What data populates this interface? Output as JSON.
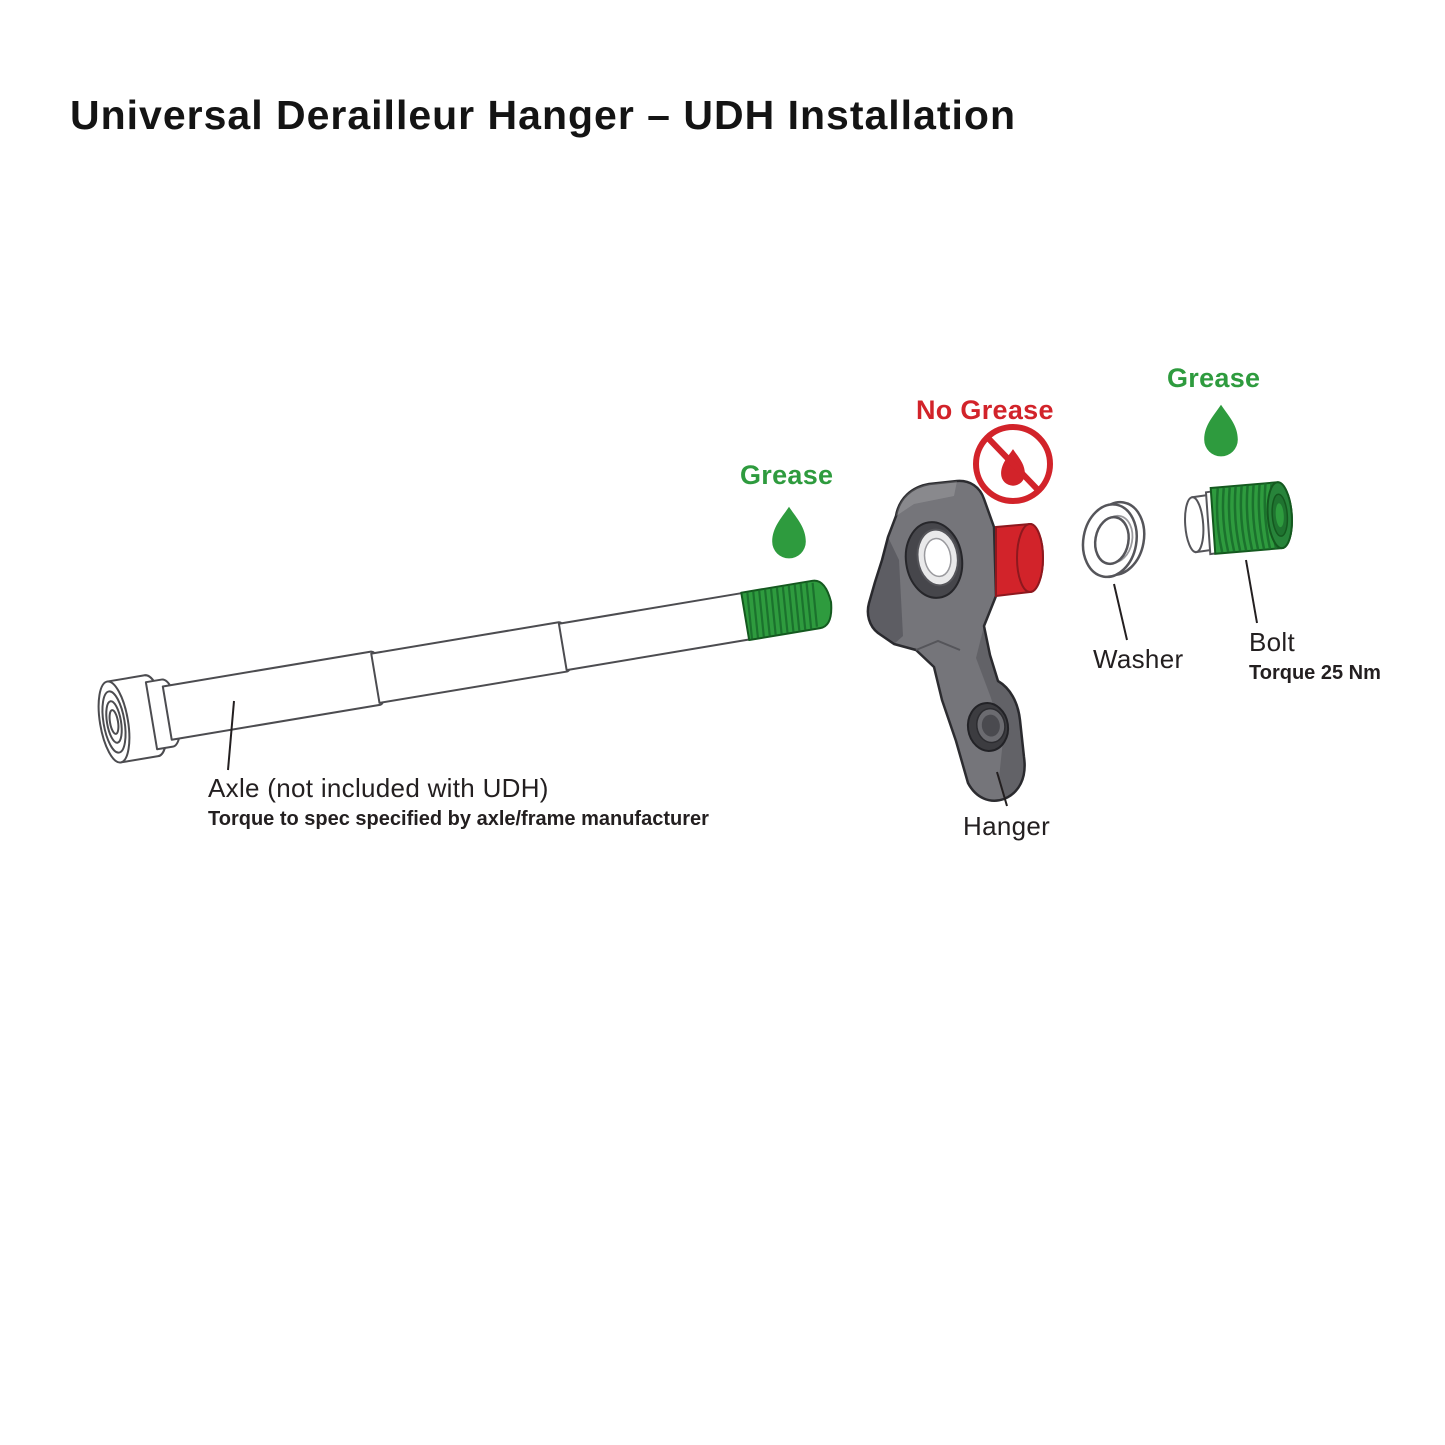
{
  "page": {
    "title": "Universal Derailleur Hanger – UDH Installation"
  },
  "annotations": {
    "grease_axle_label": "Grease",
    "no_grease_label": "No Grease",
    "grease_bolt_label": "Grease"
  },
  "parts": {
    "axle": {
      "label": "Axle (not included with UDH)",
      "note": "Torque to spec specified by axle/frame manufacturer"
    },
    "hanger": {
      "label": "Hanger"
    },
    "washer": {
      "label": "Washer"
    },
    "bolt": {
      "label": "Bolt",
      "note": "Torque 25 Nm"
    }
  },
  "icons": {
    "grease_droplet": "droplet-icon",
    "no_grease_sign": "no-droplet-icon"
  },
  "colors": {
    "grease_green": "#2E9B3E",
    "no_grease_red": "#D2232A",
    "text_dark": "#231F20",
    "hanger_gray": "#75757A"
  }
}
